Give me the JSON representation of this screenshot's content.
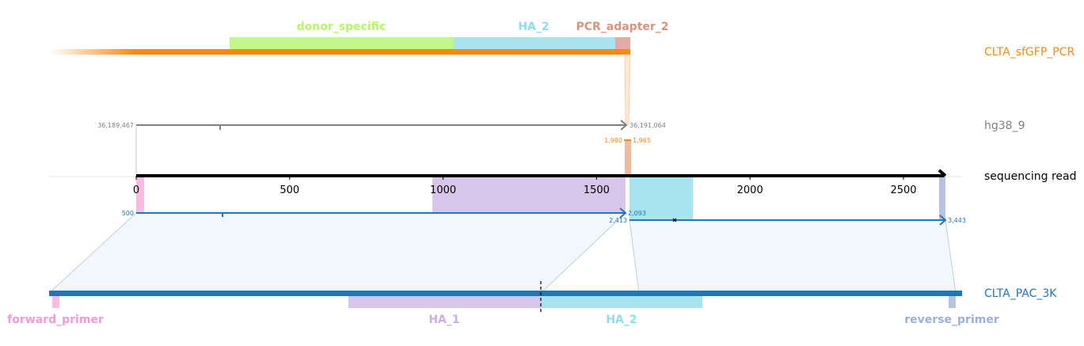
{
  "tracks": {
    "top": {
      "name": "CLTA_sfGFP_PCR",
      "color": "#f58a14"
    },
    "genome": {
      "name": "hg38_9",
      "color": "#808080"
    },
    "read": {
      "name": "sequencing read",
      "color": "#000000"
    },
    "bottom": {
      "name": "CLTA_PAC_3K",
      "color": "#2077b4"
    }
  },
  "top_features": [
    {
      "name": "donor_specific",
      "color": "#c2f78a",
      "label_color": "#b8f56a"
    },
    {
      "name": "HA_2",
      "color": "#a8e4ef",
      "label_color": "#8fdcea"
    },
    {
      "name": "PCR_adapter_2",
      "color": "#e2ada0",
      "label_color": "#d9927e"
    }
  ],
  "bottom_features": [
    {
      "name": "forward_primer",
      "color": "#f8bbe2",
      "label_color": "#f59ad6"
    },
    {
      "name": "HA_1",
      "color": "#d7c6ea",
      "label_color": "#c8b0e6"
    },
    {
      "name": "HA_2",
      "color": "#a8e4ef",
      "label_color": "#8fdcea"
    },
    {
      "name": "reverse_primer",
      "color": "#b8c3e1",
      "label_color": "#9fb0d6"
    }
  ],
  "read_axis": {
    "ticks": [
      "0",
      "500",
      "1000",
      "1500",
      "2000",
      "2500"
    ]
  },
  "coordinates": {
    "genome_start": "36,189,467",
    "genome_end": "36,191,064",
    "pcr_left": "1,980",
    "pcr_right": "1,965",
    "read_left_start": "500",
    "read_left_end": "2,093",
    "read_right_start": "2,413",
    "read_right_end": "3,443"
  }
}
